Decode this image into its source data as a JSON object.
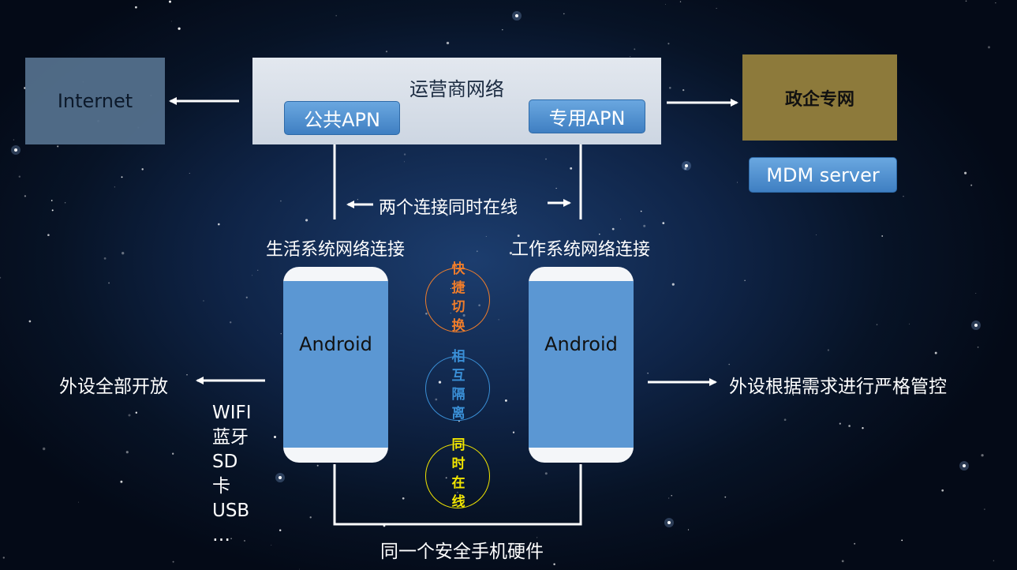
{
  "internet": {
    "label": "Internet"
  },
  "carrier": {
    "title": "运营商网络",
    "public_apn": "公共APN",
    "private_apn": "专用APN"
  },
  "gov_network": {
    "label": "政企专网"
  },
  "mdm": {
    "label": "MDM server"
  },
  "dual_online": {
    "label": "两个连接同时在线"
  },
  "life_system": {
    "title": "生活系统网络连接",
    "phone_label": "Android",
    "peripheral_text": "外设全部开放",
    "peripherals": [
      "WIFI",
      "蓝牙",
      "SD",
      "卡",
      "USB",
      "…"
    ]
  },
  "work_system": {
    "title": "工作系统网络连接",
    "phone_label": "Android",
    "peripheral_text": "外设根据需求进行严格管控"
  },
  "features": [
    {
      "chars": [
        "快",
        "捷",
        "切",
        "换"
      ],
      "color": "#ef7d2b"
    },
    {
      "chars": [
        "相",
        "互",
        "隔",
        "离"
      ],
      "color": "#3a8fd6"
    },
    {
      "chars": [
        "同",
        "时",
        "在",
        "线"
      ],
      "color": "#f2e600"
    }
  ],
  "hardware": {
    "label": "同一个安全手机硬件"
  },
  "colors": {
    "internet_box": "#56728f",
    "carrier_box": "#dde3ec",
    "gov_box": "#8d7a3b",
    "apn_pill": "#4f8fd0",
    "phone_screen": "#5b97d3"
  }
}
